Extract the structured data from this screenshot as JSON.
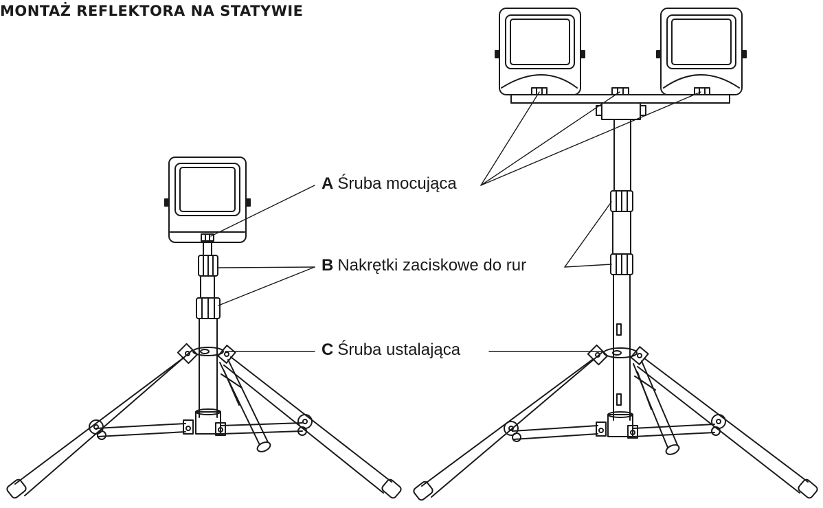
{
  "title": "MONTAŻ REFLEKTORA NA STATYWIE",
  "labels": {
    "a": {
      "letter": "A",
      "text": "Śruba mocująca"
    },
    "b": {
      "letter": "B",
      "text": "Nakrętki zaciskowe do rur"
    },
    "c": {
      "letter": "C",
      "text": "Śruba ustalająca"
    }
  },
  "colors": {
    "line": "#1a1a1a",
    "light": "#d0d0d0",
    "bg": "#ffffff"
  }
}
